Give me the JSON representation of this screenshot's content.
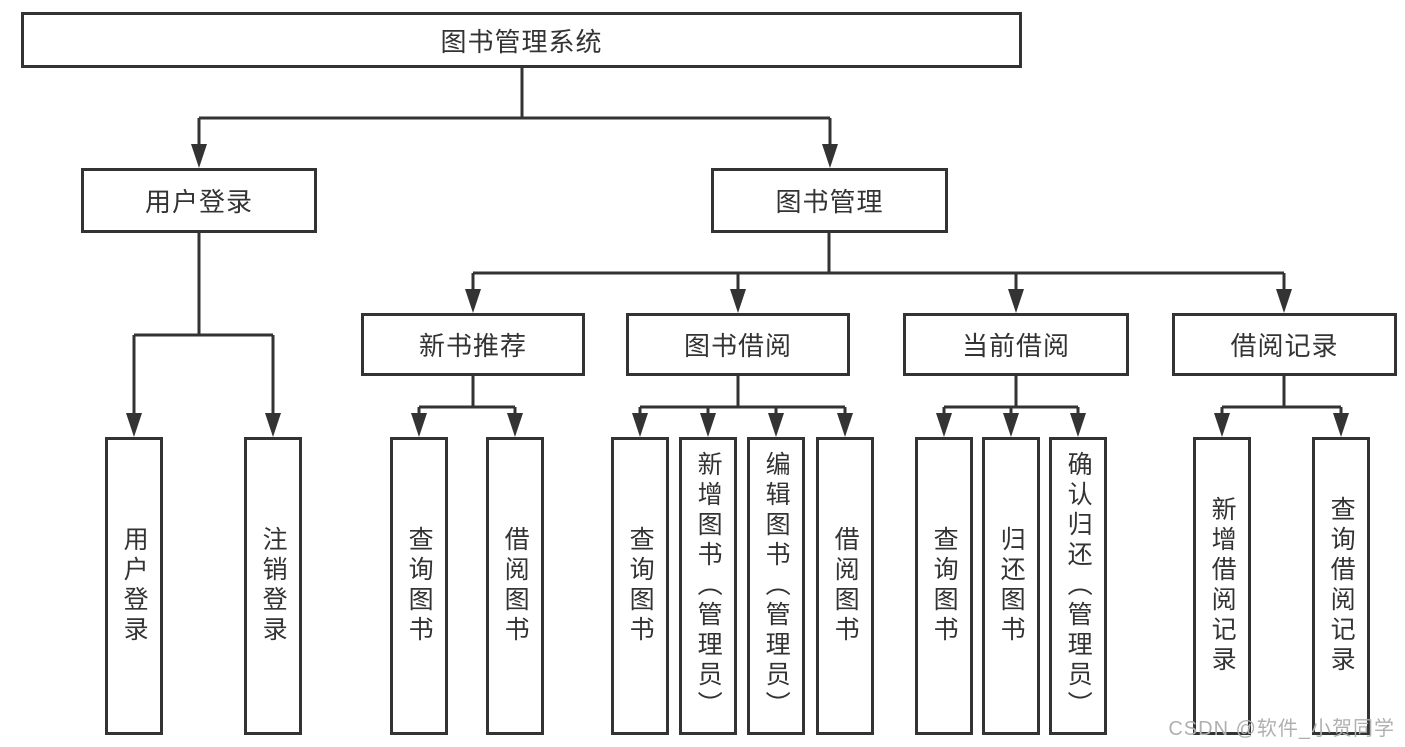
{
  "nodes": {
    "root": "图书管理系统",
    "user_login": "用户登录",
    "book_management": "图书管理",
    "new_book_recommend": "新书推荐",
    "book_borrow": "图书借阅",
    "current_borrow": "当前借阅",
    "borrow_records": "借阅记录",
    "leaf_user_login": "用户登录",
    "leaf_logout_login": "注销登录",
    "leaf_nb_query_books": "查询图书",
    "leaf_nb_borrow_books": "借阅图书",
    "leaf_bb_query_books": "查询图书",
    "leaf_bb_add_books": "新增图书（管理员）",
    "leaf_bb_edit_books": "编辑图书（管理员）",
    "leaf_bb_borrow_books": "借阅图书",
    "leaf_cb_query_books": "查询图书",
    "leaf_cb_return_books": "归还图书",
    "leaf_cb_confirm_return": "确认归还（管理员）",
    "leaf_br_add_record": "新增借阅记录",
    "leaf_br_query_record": "查询借阅记录"
  },
  "watermark": "CSDN @软件_小贺同学",
  "colors": {
    "line": "#333333",
    "text": "#333333",
    "watermark": "#b0b0b0",
    "background": "#ffffff"
  }
}
